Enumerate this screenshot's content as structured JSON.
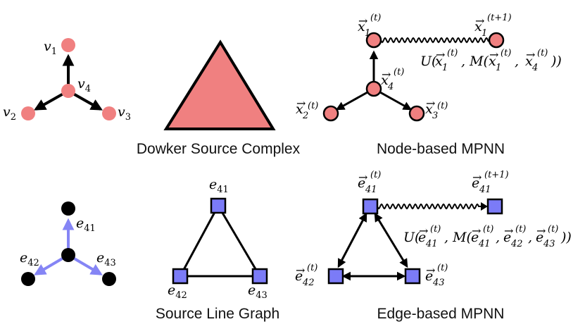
{
  "colors": {
    "node_pink": "#f08080",
    "node_black": "#000000",
    "node_blue": "#7b7bf7",
    "edge_blue": "#8585f5",
    "stroke": "#000000"
  },
  "captions": {
    "dowker": "Dowker Source Complex",
    "node_mpnn": "Node-based MPNN",
    "line_graph": "Source Line Graph",
    "edge_mpnn": "Edge-based MPNN"
  },
  "labels": {
    "v": "v",
    "v1_sub": "1",
    "v2_sub": "2",
    "v3_sub": "3",
    "v4_sub": "4",
    "e": "e",
    "e41": "41",
    "e42": "42",
    "e43": "43",
    "sup_t": "(t)",
    "sup_t1": "(t+1)",
    "node_update_lhs": "U(",
    "node_update_mid": ", M(",
    "node_update_end": "))",
    "comma": ", ",
    "edge_update_lhs": "U(",
    "edge_update_mid": ", M(",
    "edge_update_end": "))"
  }
}
